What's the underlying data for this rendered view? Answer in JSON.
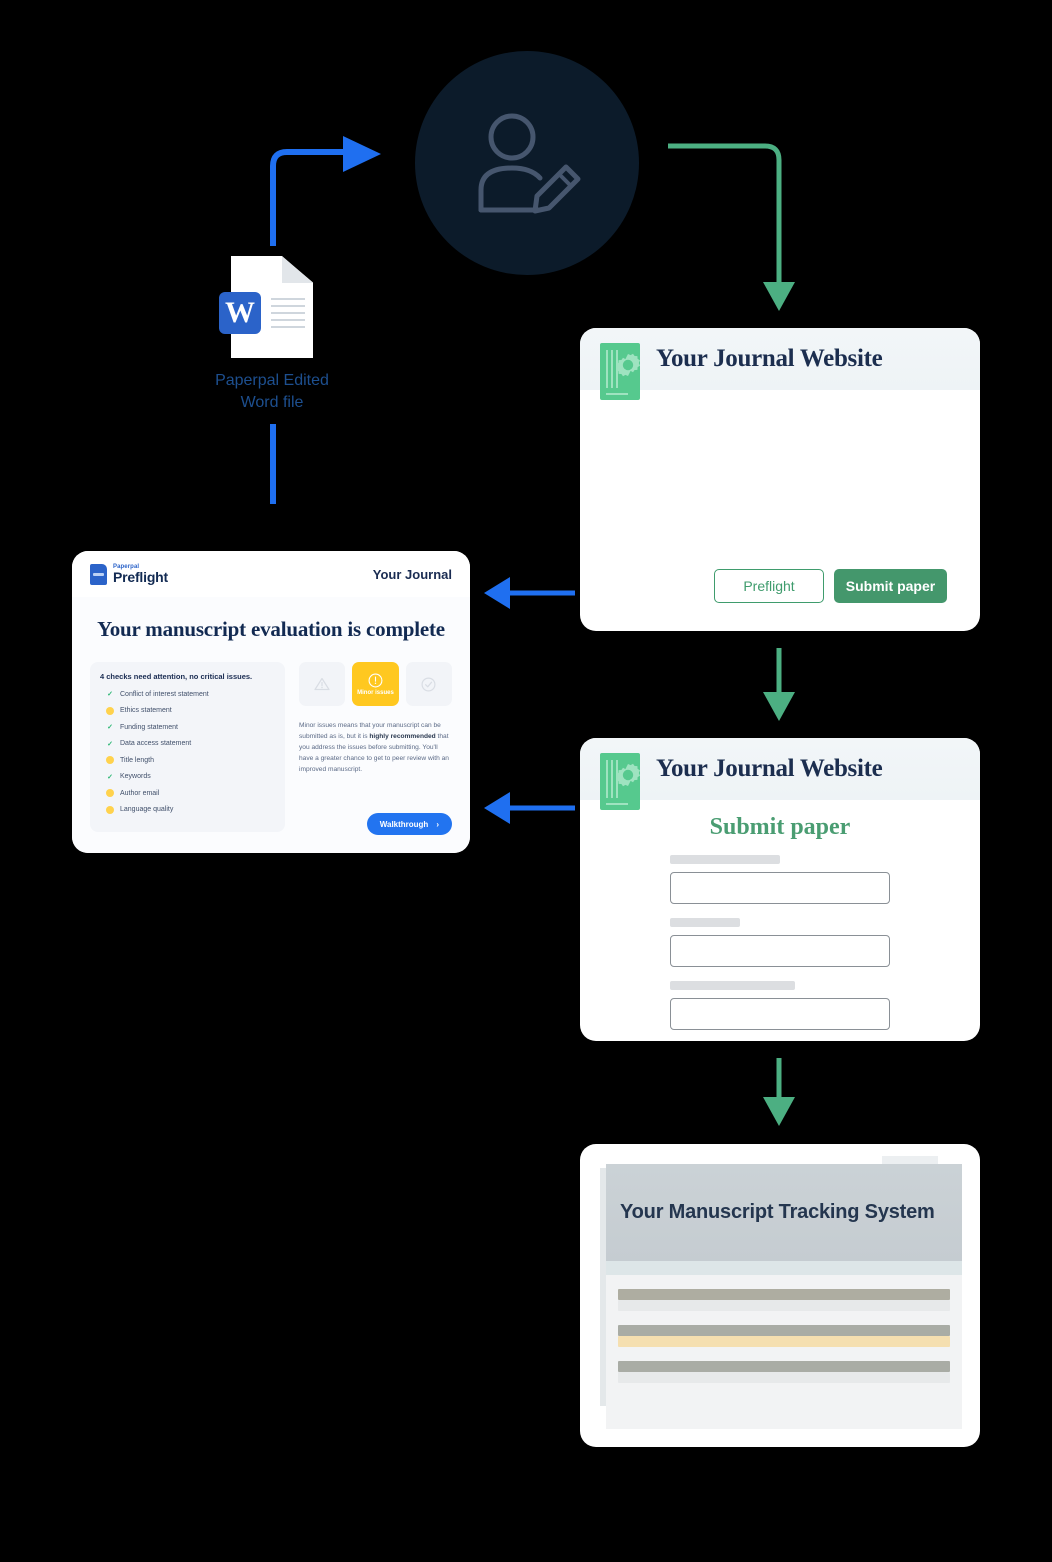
{
  "colors": {
    "background": "#000000",
    "blue_arrow": "#1f6ff0",
    "green_arrow": "#4caf82",
    "avatar_circle": "#0c1b2a",
    "avatar_icon": "#46566e",
    "word_badge": "#2b63c9",
    "word_label": "#1d4f8f",
    "journal_green": "#56c98e",
    "submit_green": "#44976c",
    "preflight_outline_green": "#3f9c6d",
    "minor_issue_yellow": "#ffc820",
    "walkthrough_blue": "#2274f0",
    "navy_text": "#122a52",
    "tracking_header_grey": "#c8cfd4",
    "highlight_amber": "#f5dfb0"
  },
  "avatar": {
    "icon": "user-edit-icon"
  },
  "word_file": {
    "icon": "word-document-icon",
    "badge_letter": "W",
    "label": "Paperpal Edited\nWord file",
    "label_line1": "Paperpal Edited",
    "label_line2": "Word file"
  },
  "arrows": [
    {
      "name": "arrow-word-to-author",
      "color": "#1f6ff0",
      "direction": "up-then-right"
    },
    {
      "name": "arrow-author-to-journal",
      "color": "#4caf82",
      "direction": "right-then-down"
    },
    {
      "name": "arrow-word-to-preflight",
      "color": "#1f6ff0",
      "direction": "down"
    },
    {
      "name": "arrow-journal-to-preflight",
      "color": "#1f6ff0",
      "direction": "left"
    },
    {
      "name": "arrow-submit-to-preflight",
      "color": "#1f6ff0",
      "direction": "left"
    },
    {
      "name": "arrow-journal-to-submit",
      "color": "#4caf82",
      "direction": "down"
    },
    {
      "name": "arrow-submit-to-tracking",
      "color": "#4caf82",
      "direction": "down"
    }
  ],
  "preflight_card": {
    "brand_top": "Paperpal",
    "brand_main": "Preflight",
    "logo_icon": "paperpal-preflight-logo",
    "journal_name": "Your Journal",
    "title": "Your manuscript evaluation is complete",
    "checks_summary": "4 checks need attention, no critical issues.",
    "checks": [
      {
        "label": "Conflict of interest statement",
        "status": "pass"
      },
      {
        "label": "Ethics statement",
        "status": "warn"
      },
      {
        "label": "Funding statement",
        "status": "pass"
      },
      {
        "label": "Data access statement",
        "status": "pass"
      },
      {
        "label": "Title length",
        "status": "warn"
      },
      {
        "label": "Keywords",
        "status": "pass"
      },
      {
        "label": "Author email",
        "status": "warn"
      },
      {
        "label": "Language quality",
        "status": "warn"
      }
    ],
    "status_tiles": [
      {
        "name": "critical-issues-tile",
        "icon": "warning-triangle-icon",
        "label": "",
        "active": false
      },
      {
        "name": "minor-issues-tile",
        "icon": "exclamation-circle-icon",
        "label": "Minor issues",
        "active": true
      },
      {
        "name": "all-clear-tile",
        "icon": "check-circle-icon",
        "label": "",
        "active": false
      }
    ],
    "status_description_part1": "Minor issues means that your manuscript can be submitted as is, but it is ",
    "status_description_bold": "highly recommended",
    "status_description_part2": " that you address the issues before submitting. You'll have a greater chance to get to peer review with an improved manuscript.",
    "walkthrough_label": "Walkthrough",
    "walkthrough_chevron": "›"
  },
  "journal_card": {
    "title": "Your Journal Website",
    "cover_icon": "journal-cover-gear-icon",
    "preflight_button": "Preflight",
    "submit_button": "Submit paper"
  },
  "submit_card": {
    "title": "Your Journal Website",
    "cover_icon": "journal-cover-gear-icon",
    "form_title": "Submit paper",
    "fields": [
      {
        "label_width": 110,
        "value": "",
        "placeholder": ""
      },
      {
        "label_width": 70,
        "value": "",
        "placeholder": ""
      },
      {
        "label_width": 125,
        "value": "",
        "placeholder": ""
      }
    ]
  },
  "tracking_card": {
    "title": "Your Manuscript Tracking System",
    "rows": [
      {
        "top": "dark",
        "bottom": "light"
      },
      {
        "top": "grey",
        "bottom": "amber"
      },
      {
        "top": "grey",
        "bottom": "light"
      }
    ]
  }
}
